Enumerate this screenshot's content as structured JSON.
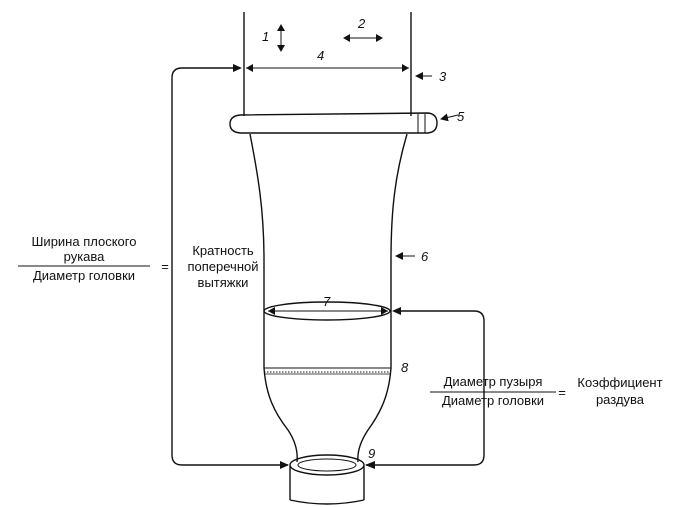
{
  "callouts": {
    "n1": "1",
    "n2": "2",
    "n3": "3",
    "n4": "4",
    "n5": "5",
    "n6": "6",
    "n7": "7",
    "n8": "8",
    "n9": "9"
  },
  "left_formula": {
    "numerator_line1": "Ширина плоского",
    "numerator_line2": "рукава",
    "denominator": "Диаметр головки",
    "equals": "=",
    "result_line1": "Кратность",
    "result_line2": "поперечной",
    "result_line3": "вытяжки"
  },
  "right_formula": {
    "numerator": "Диаметр пузыря",
    "denominator": "Диаметр головки",
    "equals": "=",
    "result_line1": "Коэффициент",
    "result_line2": "раздува"
  }
}
